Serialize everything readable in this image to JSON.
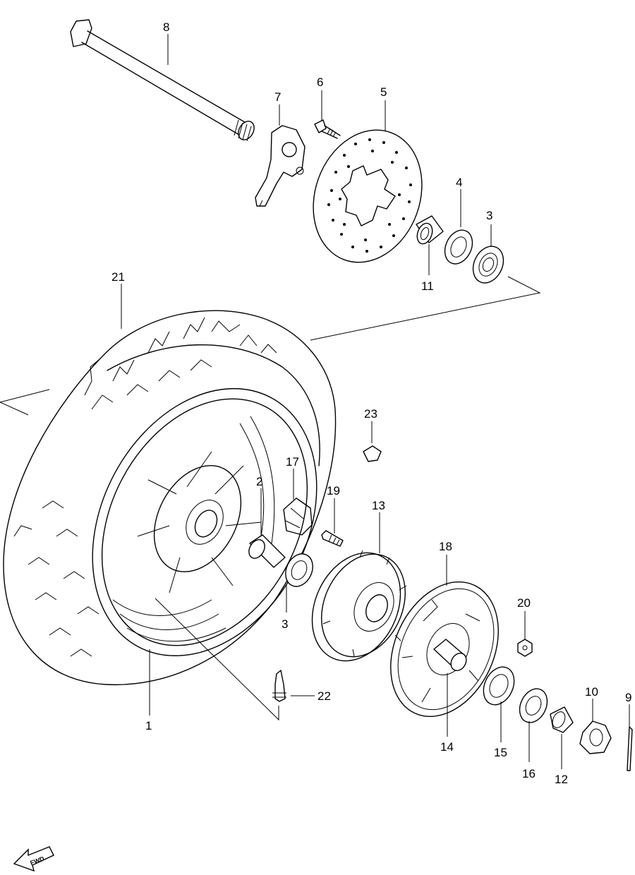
{
  "labels": {
    "p1": "1",
    "p2": "2",
    "p3a": "3",
    "p3b": "3",
    "p4": "4",
    "p5": "5",
    "p6": "6",
    "p7": "7",
    "p8": "8",
    "p9": "9",
    "p10": "10",
    "p11": "11",
    "p12": "12",
    "p13": "13",
    "p14": "14",
    "p15": "15",
    "p16": "16",
    "p17": "17",
    "p18": "18",
    "p19": "19",
    "p20": "20",
    "p21": "21",
    "p22": "22",
    "p23": "23"
  },
  "fwd": "FWD"
}
